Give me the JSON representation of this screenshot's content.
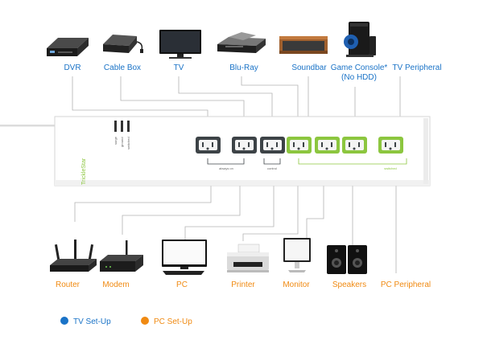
{
  "tv_devices": [
    {
      "label": "DVR",
      "icon": "dvr-icon"
    },
    {
      "label": "Cable Box",
      "icon": "cable-box-icon"
    },
    {
      "label": "TV",
      "icon": "tv-icon"
    },
    {
      "label": "Blu-Ray",
      "icon": "bluray-player-icon"
    },
    {
      "label": "Soundbar",
      "icon": "soundbar-icon"
    },
    {
      "label": "Game Console*",
      "label2": "(No HDD)",
      "icon": "game-console-icon"
    },
    {
      "label": "TV Peripheral",
      "icon": "tv-peripheral-icon"
    }
  ],
  "pc_devices": [
    {
      "label": "Router",
      "icon": "router-icon"
    },
    {
      "label": "Modem",
      "icon": "modem-icon"
    },
    {
      "label": "PC",
      "icon": "pc-icon"
    },
    {
      "label": "Printer",
      "icon": "printer-icon"
    },
    {
      "label": "Monitor",
      "icon": "monitor-icon"
    },
    {
      "label": "Speakers",
      "icon": "speakers-icon"
    },
    {
      "label": "PC Peripheral",
      "icon": "pc-peripheral-icon"
    }
  ],
  "strip": {
    "brand": "TrickleStar",
    "indicators": [
      "surge",
      "ground",
      "switched"
    ],
    "group_always_on": "always on",
    "group_control": "control",
    "group_switched": "switched"
  },
  "legend": [
    {
      "label": "TV Set-Up",
      "color": "#1a73c7"
    },
    {
      "label": "PC Set-Up",
      "color": "#f08a12"
    }
  ],
  "colors": {
    "tv_label": "#1a73c7",
    "pc_label": "#f08a12",
    "switched_outlet": "#8cc63f",
    "always_on_outlet": "#3d4347"
  }
}
